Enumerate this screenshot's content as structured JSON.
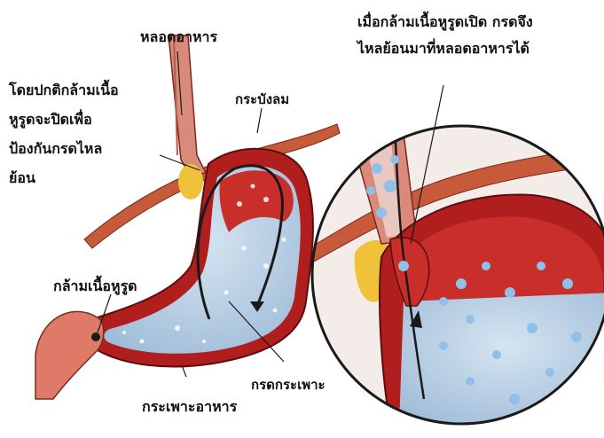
{
  "labels": {
    "esophagus": "หลอดอาหาร",
    "diaphragm": "กระบังลม",
    "sphincter_note": [
      "โดยปกติกล้ามเนื้อ",
      "หูรูดจะปิดเพื่อ",
      "ป้องกันกรดไหล",
      "ย้อน"
    ],
    "sphincter": "กล้ามเนื้อหูรูด",
    "stomach_acid": "กรดกระเพาะ",
    "stomach": "กระเพาะอาหาร",
    "open_note": [
      "เมื่อกล้ามเนื้อหูรูดเปิด กรดจึง",
      "ไหลย้อนมาที่หลอดอาหารได้"
    ]
  },
  "colors": {
    "muscle": "#b01e1e",
    "muscle_light": "#e04a3a",
    "stomach_fluid": "#b9cfe4",
    "bubble": "#7fb2e0",
    "fat": "#f0c23a",
    "outline": "#1a1a1a"
  }
}
